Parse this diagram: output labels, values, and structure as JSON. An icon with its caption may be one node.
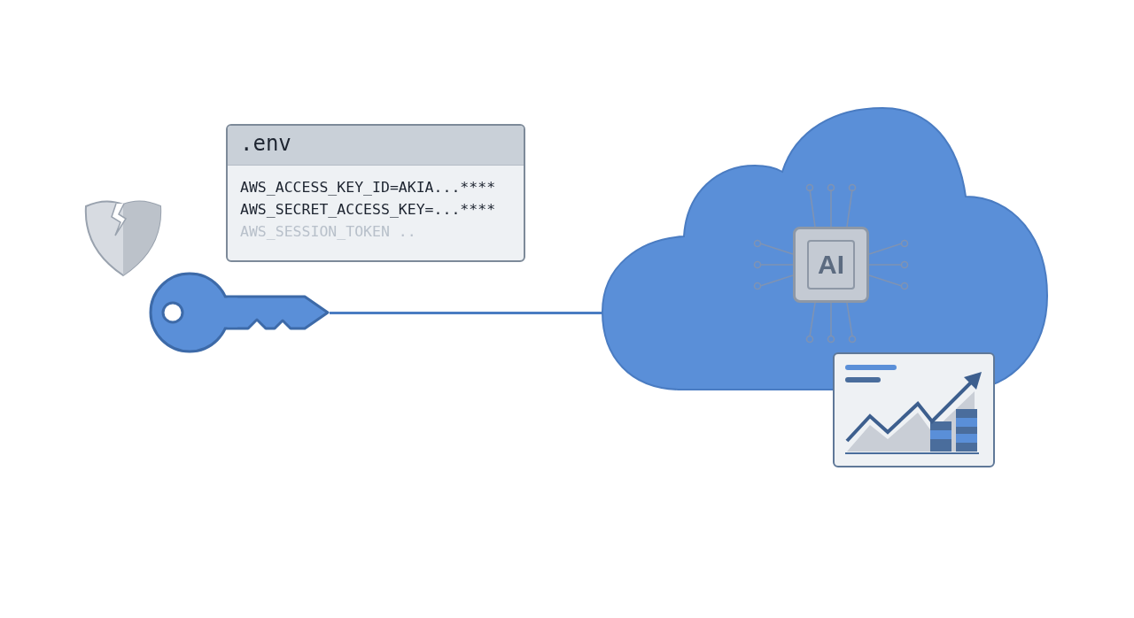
{
  "diagram": {
    "nodes": [
      {
        "text": [
          ".env",
          "AWS_ACCESS_KEY_ID=AKIA...****",
          "AWS_SECRET_ACCESS_KEY=...****",
          "AWS_SESSION_TOKEN .."
        ]
      },
      {
        "text": [],
        "shape": "key"
      },
      {
        "text": [],
        "shape": "cloud"
      },
      {
        "text": [
          "AI"
        ],
        "in": 2
      }
    ],
    "edges": [
      {
        "from": 1,
        "to": 2,
        "arrow": "none"
      }
    ]
  }
}
